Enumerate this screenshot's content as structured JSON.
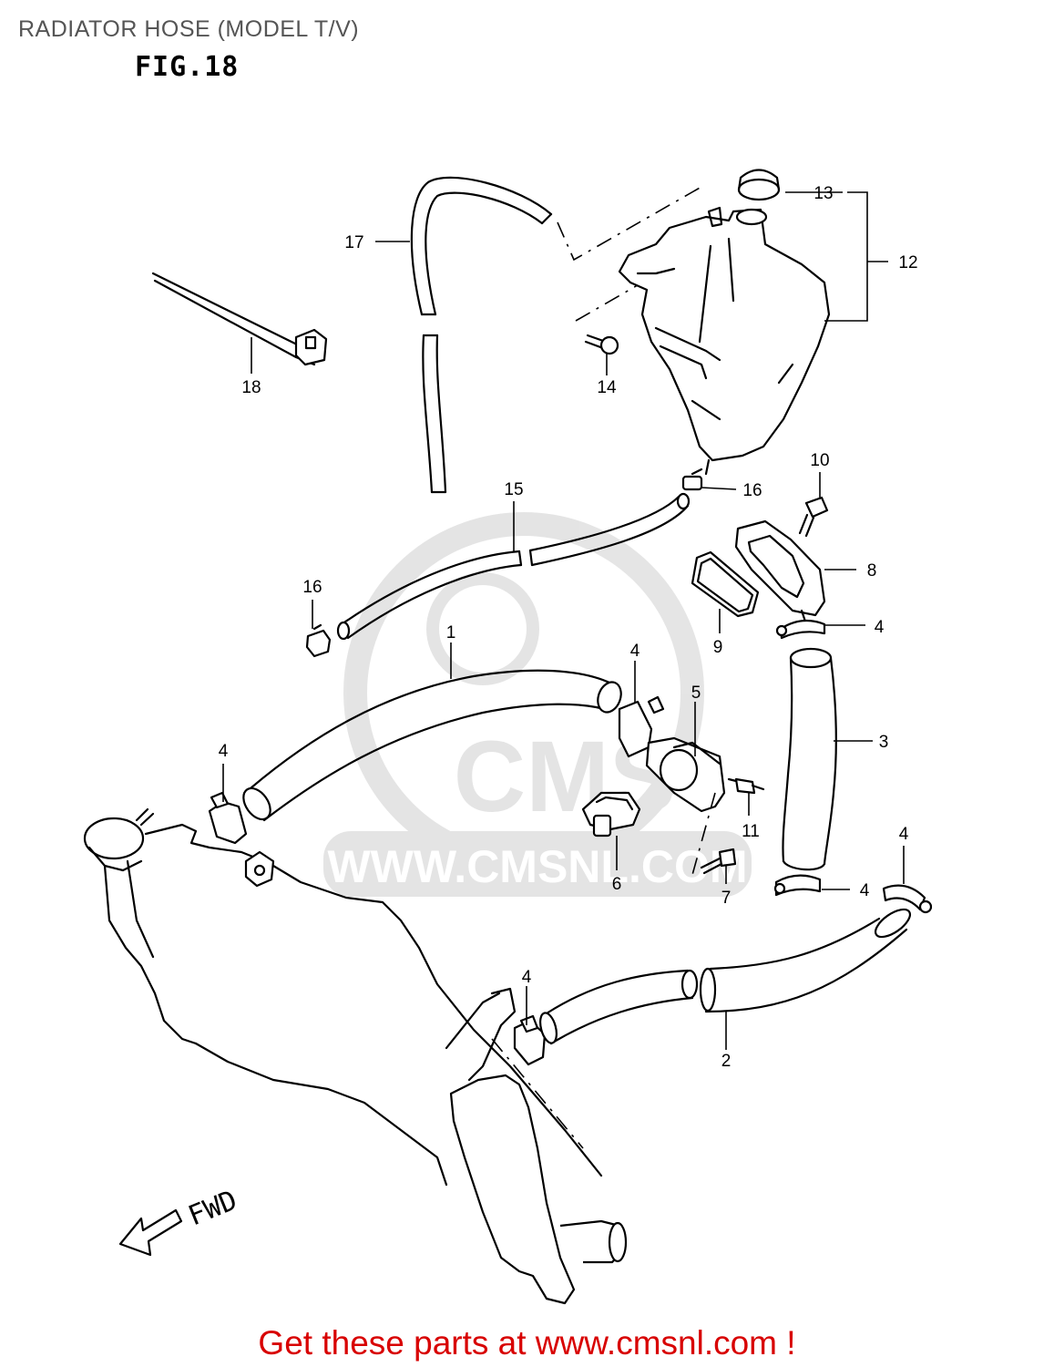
{
  "header": {
    "title": "RADIATOR HOSE (MODEL T/V)",
    "figure": "FIG.18"
  },
  "watermark": {
    "brand": "CMS",
    "url": "WWW.CMSNL.COM"
  },
  "direction_label": "FWD",
  "callouts": {
    "c1": "1",
    "c2": "2",
    "c3": "3",
    "c4a": "4",
    "c4b": "4",
    "c4c": "4",
    "c4d": "4",
    "c4e": "4",
    "c4f": "4",
    "c5": "5",
    "c6": "6",
    "c7": "7",
    "c8": "8",
    "c9": "9",
    "c10": "10",
    "c11": "11",
    "c12": "12",
    "c13": "13",
    "c14": "14",
    "c15": "15",
    "c16a": "16",
    "c16b": "16",
    "c17": "17",
    "c18": "18"
  },
  "footer": {
    "text": "Get these parts at www.cmsnl.com !",
    "color": "#d80000"
  }
}
